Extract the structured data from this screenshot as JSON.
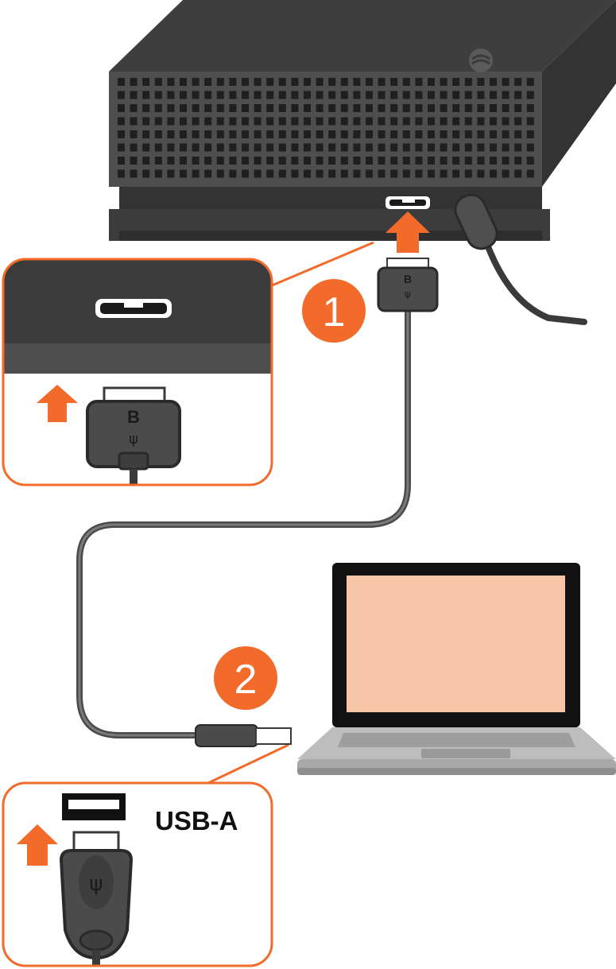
{
  "steps": [
    {
      "number": "1"
    },
    {
      "number": "2"
    }
  ],
  "callout_usb_a": {
    "label": "USB-A"
  },
  "connector_b": {
    "marking": "B",
    "symbol": "usb-ss-symbol"
  },
  "connector_a": {
    "symbol": "usb-ss-symbol"
  },
  "colors": {
    "accent": "#f26b2b",
    "drive_body": "#4e4e4e",
    "drive_vents": "#1f1f1f",
    "cable": "#5a5a5a",
    "laptop_screen": "#f8c5a8",
    "laptop_frame": "#111111",
    "laptop_base": "#bdbdbd"
  },
  "icons": {
    "arrow": "up-arrow-icon",
    "usb": "usb-symbol-icon",
    "brand": "brand-logo-icon"
  }
}
